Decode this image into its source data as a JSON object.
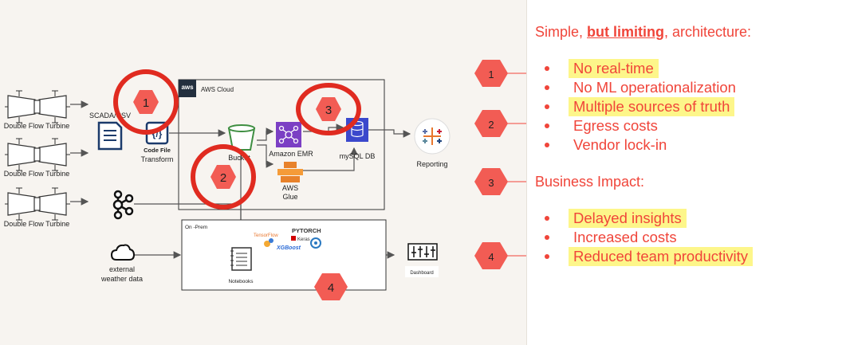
{
  "diagram": {
    "turbines": [
      "Double Flow Turbine",
      "Double Flow Turbine",
      "Double Flow Turbine"
    ],
    "scada_label": "SCADA/CSV",
    "code_file_title": "Code File",
    "code_file_sub": "Transform",
    "aws_cloud_label": "AWS Cloud",
    "aws_logo_text": "aws",
    "bucket_label": "Bucket",
    "emr_label": "Amazon EMR",
    "glue_label": [
      "AWS",
      "Glue"
    ],
    "mysql_label": "mySQL DB",
    "reporting_label": "Reporting",
    "onprem_label": "On -Prem",
    "notebooks_label": "Notebooks",
    "weather_label": [
      "external",
      "weather data"
    ],
    "dashboard_label": "Dashboard",
    "ml_logos": {
      "tensorflow": "TensorFlow",
      "pytorch": "PYTORCH",
      "keras": "Keras",
      "xgboost": "XGBoost"
    },
    "circle_badges": [
      "1",
      "2",
      "3"
    ],
    "onprem_badge": "4"
  },
  "callouts": [
    "1",
    "2",
    "3",
    "4"
  ],
  "panel": {
    "heading1_pre": "Simple, ",
    "heading1_bold": "but limiting",
    "heading1_post": ", architecture:",
    "limitations": [
      {
        "text": "No real-time",
        "highlight": true
      },
      {
        "text": "No ML operationalization",
        "highlight": false
      },
      {
        "text": "Multiple sources of truth",
        "highlight": true
      },
      {
        "text": "Egress costs",
        "highlight": false
      },
      {
        "text": "Vendor lock-in",
        "highlight": false
      }
    ],
    "heading2": "Business Impact:",
    "impacts": [
      {
        "text": "Delayed insights",
        "highlight": true
      },
      {
        "text": "Increased costs",
        "highlight": false
      },
      {
        "text": "Reduced team productivity",
        "highlight": true
      }
    ]
  },
  "colors": {
    "accent": "#f0453a",
    "highlight": "#fdf68a",
    "hex": "#f25c54",
    "ring": "#e02b20"
  }
}
